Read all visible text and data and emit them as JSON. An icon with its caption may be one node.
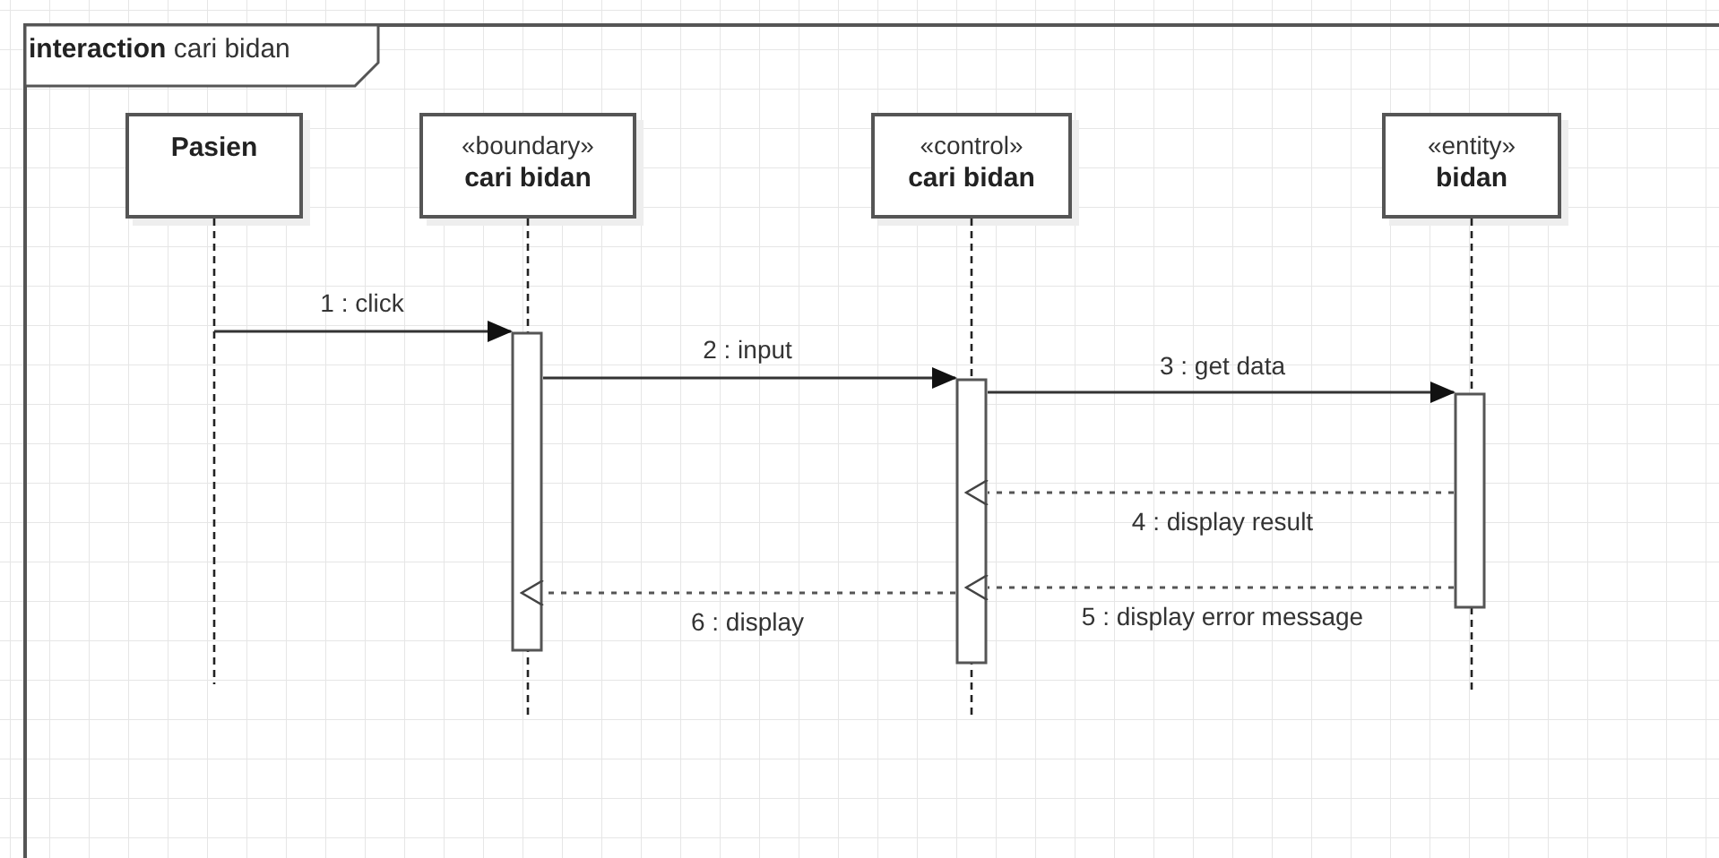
{
  "diagram": {
    "nodes": [
      {
        "text": [
          "**interaction** cari bidan"
        ]
      },
      {
        "text": [
          "Pasien"
        ],
        "in": 0
      },
      {
        "text": [
          "«boundary»",
          "cari bidan"
        ],
        "in": 0
      },
      {
        "text": [
          "«control»",
          "cari bidan"
        ],
        "in": 0
      },
      {
        "text": [
          "«entity»",
          "bidan"
        ],
        "in": 0
      },
      {
        "text": [],
        "shape": "bar",
        "in": 2
      },
      {
        "text": [],
        "shape": "bar",
        "in": 3
      },
      {
        "text": [],
        "shape": "bar",
        "in": 4
      }
    ],
    "edges": [
      {
        "from": 1,
        "to": 5,
        "arrow": "to",
        "label": "1 : click"
      },
      {
        "from": 5,
        "to": 6,
        "arrow": "to",
        "label": "2 : input"
      },
      {
        "from": 6,
        "to": 7,
        "arrow": "to",
        "label": "3 : get data"
      },
      {
        "from": 7,
        "to": 6,
        "arrow": "to",
        "label": "4 : display result",
        "style": "dashed"
      },
      {
        "from": 7,
        "to": 6,
        "arrow": "to",
        "label": "5 : display error message",
        "style": "dashed"
      },
      {
        "from": 6,
        "to": 5,
        "arrow": "to",
        "label": "6 : display",
        "style": "dashed"
      }
    ]
  }
}
